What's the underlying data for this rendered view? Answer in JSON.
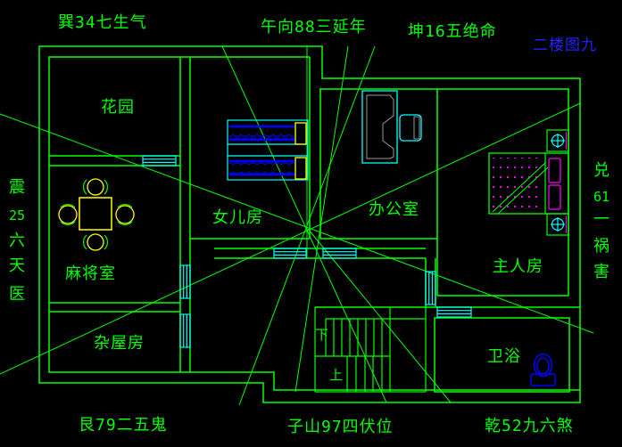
{
  "title": "二楼图九",
  "fengshui": {
    "top_left": "巽34七生气",
    "top_center": "午向88三延年",
    "top_right": "坤16五绝命",
    "bottom_left": "艮79二五鬼",
    "bottom_center": "子山97四伏位",
    "bottom_right": "乾52九六煞",
    "left_vertical": [
      "震",
      "25",
      "六",
      "天",
      "医"
    ],
    "right_vertical": [
      "兑",
      "61",
      "一",
      "祸",
      "害"
    ]
  },
  "rooms": {
    "garden": "花园",
    "mahjong_room": "麻将室",
    "daughter_room": "女儿房",
    "office": "办公室",
    "master_bedroom": "主人房",
    "storage_room": "杂屋房",
    "bathroom": "卫浴",
    "stairs_down": "下",
    "stairs_up": "上"
  },
  "colors": {
    "background": "#000000",
    "wall_green": "#00ff00",
    "window_cyan": "#00ffff",
    "furniture_blue": "#0000ff",
    "bed_pattern_blue": "#0000cc",
    "accent_yellow": "#ffff00",
    "accent_magenta": "#ff00ff",
    "title_blue": "#2222ff",
    "desk_gray": "#999999"
  },
  "icons": {
    "window": "window-stripes-icon",
    "door": "sliding-door-icon",
    "toilet": "toilet-icon",
    "lamp": "lamp-crosshair-icon"
  }
}
